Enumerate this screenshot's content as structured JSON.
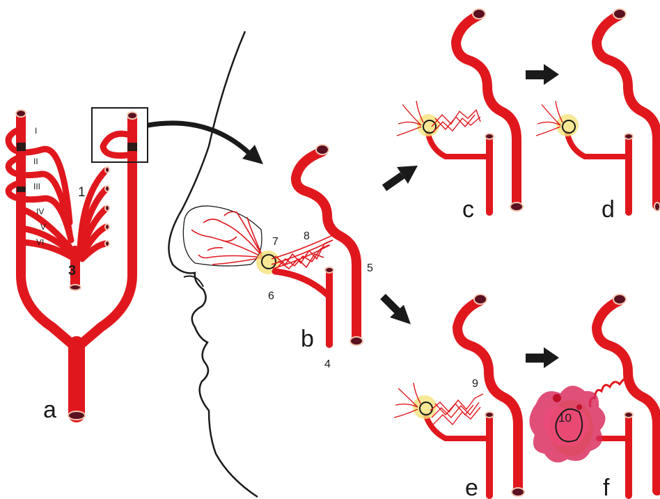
{
  "panels": {
    "a": "a",
    "b": "b",
    "c": "c",
    "d": "d",
    "e": "e",
    "f": "f"
  },
  "arches": [
    "I",
    "II",
    "III",
    "IV",
    "V",
    "VI"
  ],
  "numbers": {
    "n1": "1",
    "n3": "3",
    "n4": "4",
    "n5": "5",
    "n6": "6",
    "n7": "7",
    "n8": "8",
    "n9": "9",
    "n10": "10"
  },
  "colors": {
    "artery": "#e0181e",
    "lumen": "#5a1020",
    "tumor_glow": "#f5e27a",
    "hemorrhage": "#d8285a",
    "outline": "#1a1a1a"
  }
}
